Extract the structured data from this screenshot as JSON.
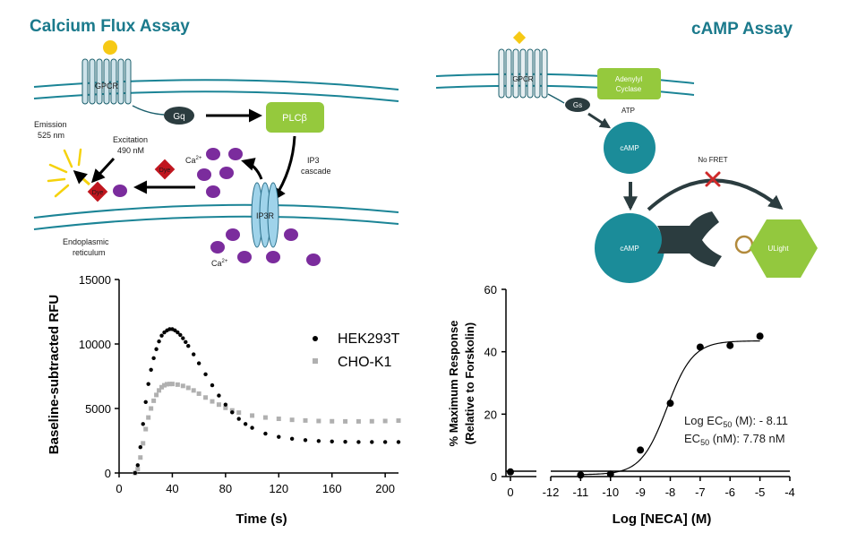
{
  "colors": {
    "heading": "#1b7a8c",
    "membrane": "#1b8496",
    "receptor": "#cfe3ea",
    "gq_node": "#2b3c3f",
    "plc": "#95c93d",
    "calcium": "#7b2c9d",
    "dye": "#c0161f",
    "ligand": "#f6c915",
    "camp_node": "#1b8c99",
    "ulight": "#93c83e",
    "antibody": "#2b3c3f",
    "no_fret_cross": "#cf2a2a",
    "hek_series": "#000000",
    "cho_series": "#b0b0b0"
  },
  "calcium_panel": {
    "title": "Calcium Flux Assay",
    "gpcr_label": "GPCR",
    "gq_label": "Gq",
    "plc_label": "PLCβ",
    "ip3_label": "IP3",
    "cascade_label": "cascade",
    "ip3r_label": "IP3R",
    "dye_label": "Dye",
    "ca_label": "Ca",
    "ca_superscript": "2+",
    "emission_label": "Emission",
    "emission_wavelength": "525 nm",
    "excitation_label": "Excitation",
    "excitation_wavelength": "490 nM",
    "er_label_line1": "Endoplasmic",
    "er_label_line2": "reticulum"
  },
  "camp_panel": {
    "title": "cAMP Assay",
    "gpcr_label": "GPCR",
    "gs_label": "Gs",
    "ac_label_line1": "Adenylyl",
    "ac_label_line2": "Cyclase",
    "atp_label": "ATP",
    "camp_label": "cAMP",
    "no_fret_label": "No FRET",
    "ulight_label": "ULight"
  },
  "chart_data": [
    {
      "type": "scatter",
      "xlabel": "Time (s)",
      "ylabel": "Baseline-subtracted RFU",
      "xlim": [
        0,
        210
      ],
      "ylim": [
        0,
        15000
      ],
      "x_ticks": [
        0,
        40,
        80,
        120,
        160,
        200
      ],
      "y_ticks": [
        0,
        5000,
        10000,
        15000
      ],
      "x_tick_labels": [
        "0",
        "40",
        "80",
        "120",
        "160",
        "200"
      ],
      "y_tick_labels": [
        "0",
        "5000",
        "10000",
        "15000"
      ],
      "grid": false,
      "legend_position": "top-right",
      "series": [
        {
          "name": "HEK293T",
          "marker": "circle",
          "x": [
            12,
            14,
            16,
            18,
            20,
            22,
            24,
            26,
            28,
            30,
            32,
            34,
            36,
            38,
            40,
            42,
            44,
            46,
            48,
            50,
            52,
            56,
            60,
            65,
            70,
            75,
            80,
            85,
            90,
            95,
            100,
            110,
            120,
            130,
            140,
            150,
            160,
            170,
            180,
            190,
            200,
            210
          ],
          "y": [
            0,
            600,
            2000,
            3800,
            5500,
            6900,
            8000,
            8900,
            9600,
            10200,
            10650,
            10900,
            11050,
            11150,
            11150,
            11050,
            10900,
            10700,
            10450,
            10150,
            9850,
            9200,
            8500,
            7650,
            6800,
            6000,
            5300,
            4700,
            4200,
            3800,
            3500,
            3050,
            2800,
            2650,
            2550,
            2480,
            2440,
            2420,
            2400,
            2400,
            2400,
            2400
          ]
        },
        {
          "name": "CHO-K1",
          "marker": "square",
          "x": [
            12,
            14,
            16,
            18,
            20,
            22,
            24,
            26,
            28,
            30,
            32,
            34,
            36,
            38,
            40,
            44,
            48,
            52,
            56,
            60,
            65,
            70,
            75,
            80,
            85,
            90,
            100,
            110,
            120,
            130,
            140,
            150,
            160,
            170,
            180,
            190,
            200,
            210
          ],
          "y": [
            0,
            300,
            1200,
            2300,
            3400,
            4300,
            5000,
            5600,
            6050,
            6400,
            6650,
            6800,
            6880,
            6900,
            6900,
            6850,
            6750,
            6600,
            6400,
            6150,
            5850,
            5550,
            5300,
            5050,
            4850,
            4680,
            4450,
            4300,
            4200,
            4120,
            4070,
            4030,
            4010,
            4000,
            4000,
            4010,
            4030,
            4060
          ]
        }
      ]
    },
    {
      "type": "scatter",
      "xlabel": "Log [NECA] (M)",
      "ylabel_line1": "% Maximum Response",
      "ylabel_line2": "(Relative to Forskolin)",
      "xlim": [
        -12,
        -4
      ],
      "ylim": [
        0,
        60
      ],
      "x_ticks": [
        -12,
        -11,
        -10,
        -9,
        -8,
        -7,
        -6,
        -5,
        -4
      ],
      "x_tick_labels": [
        "-12",
        "-11",
        "-10",
        "-9",
        "-8",
        "-7",
        "-6",
        "-5",
        "-4"
      ],
      "y_ticks": [
        0,
        20,
        40,
        60
      ],
      "y_tick_labels": [
        "0",
        "20",
        "40",
        "60"
      ],
      "zero_segment_tick_label": "0",
      "grid": false,
      "points": {
        "x": [
          -11,
          -10,
          -9,
          -8,
          -7,
          -6,
          -5
        ],
        "y": [
          0.5,
          0.8,
          8.5,
          23.5,
          41.5,
          42,
          45
        ]
      },
      "zero_point": {
        "x": 0,
        "y": 1.5
      },
      "fit": {
        "bottom": 0.6,
        "top": 43.5,
        "log_ec50": -8.11,
        "hill": 1.0
      },
      "annotation_line1": "Log EC50 (M): - 8.11",
      "annotation_line2_prefix": "EC",
      "annotation_line2_sub": "50",
      "annotation_line2_suffix": " (nM): 7.78 nM",
      "annotation_line1_prefix": "Log EC",
      "annotation_line1_sub": "50",
      "annotation_line1_suffix": " (M): - 8.11"
    }
  ]
}
